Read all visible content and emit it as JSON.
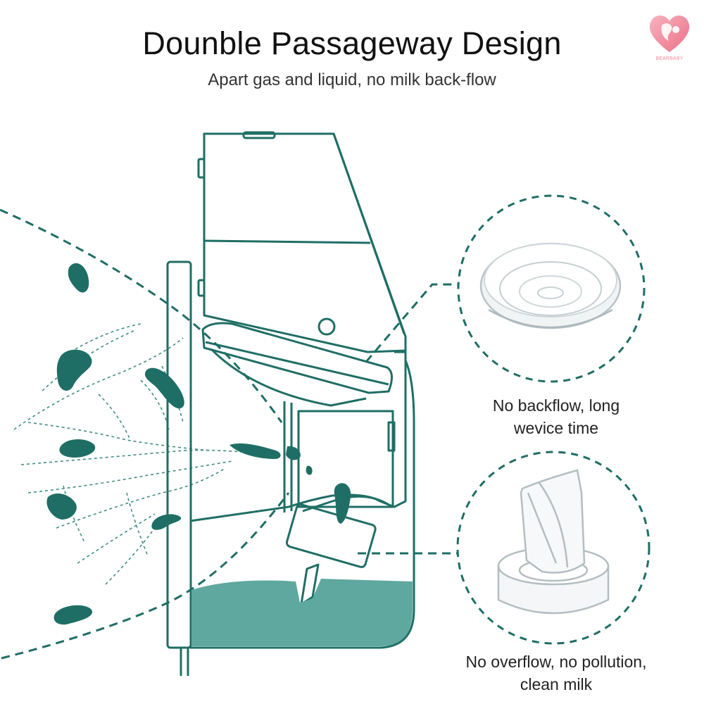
{
  "title": "Dounble Passageway Design",
  "subtitle": "Apart gas and liquid, no milk back-flow",
  "logo": {
    "text": "BEARBABY",
    "icon": "heart-mother-baby-icon"
  },
  "callouts": [
    {
      "line1": "No backflow, long",
      "line2": "wevice time",
      "image": "silicone-diaphragm"
    },
    {
      "line1": "No overflow, no pollution,",
      "line2": "clean milk",
      "image": "duckbill-valve"
    }
  ],
  "colors": {
    "teal": "#1f6e65",
    "milk": "#5ea89f",
    "logo_pink": "#f08a9b"
  }
}
